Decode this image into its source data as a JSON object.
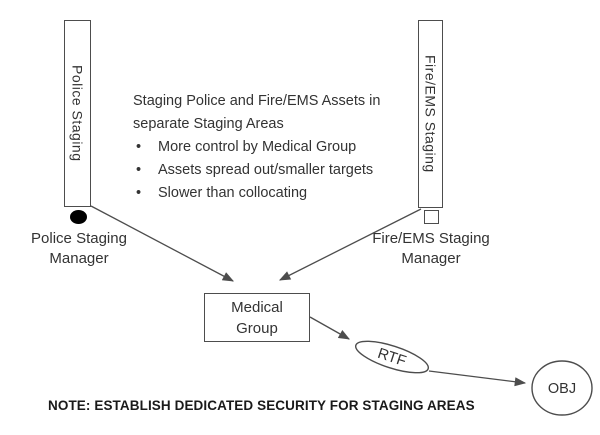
{
  "colors": {
    "background": "#ffffff",
    "line": "#4d4d4d",
    "text": "#333333",
    "note_text": "#1a1a1a",
    "police_dot_fill": "#000000"
  },
  "left_staging": {
    "label": "Police Staging",
    "manager": "Police Staging\nManager"
  },
  "right_staging": {
    "label": "Fire/EMS Staging",
    "manager": "Fire/EMS Staging\nManager"
  },
  "description": {
    "title": "Staging Police and Fire/EMS Assets in\nseparate Staging Areas",
    "bullets": [
      "More control by Medical Group",
      "Assets spread out/smaller targets",
      "Slower than collocating"
    ]
  },
  "nodes": {
    "medical_group": "Medical\nGroup",
    "rtf": "RTF",
    "obj": "OBJ"
  },
  "note": "NOTE: ESTABLISH DEDICATED SECURITY FOR STAGING AREAS"
}
